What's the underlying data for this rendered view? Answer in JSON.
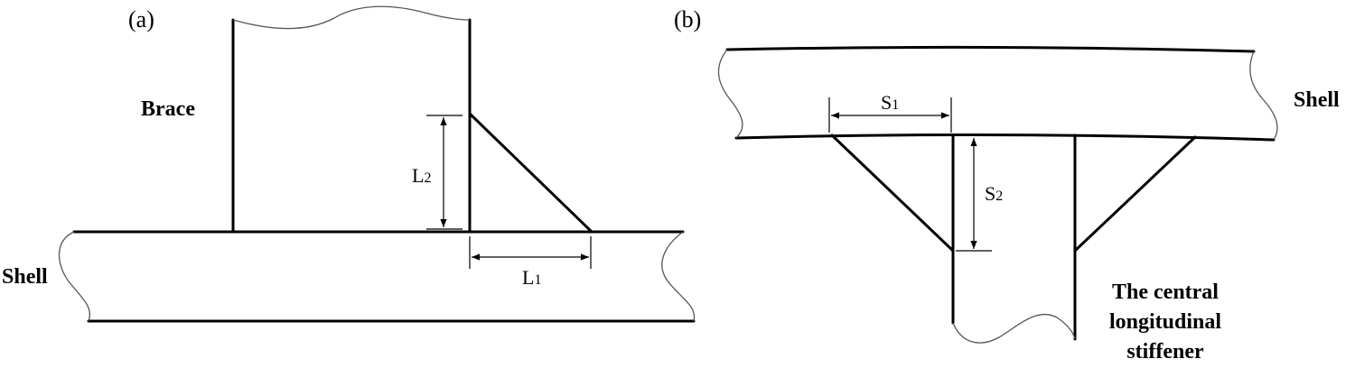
{
  "panel_a": {
    "label": "(a)",
    "brace_label": "Brace",
    "shell_label": "Shell",
    "dim_l1": {
      "main": "L",
      "sub": "1"
    },
    "dim_l2": {
      "main": "L",
      "sub": "2"
    }
  },
  "panel_b": {
    "label": "(b)",
    "shell_label": "Shell",
    "dim_s1": {
      "main": "S",
      "sub": "1"
    },
    "dim_s2": {
      "main": "S",
      "sub": "2"
    },
    "stiffener_label_lines": [
      "The central",
      "longitudinal",
      "stiffener"
    ]
  }
}
